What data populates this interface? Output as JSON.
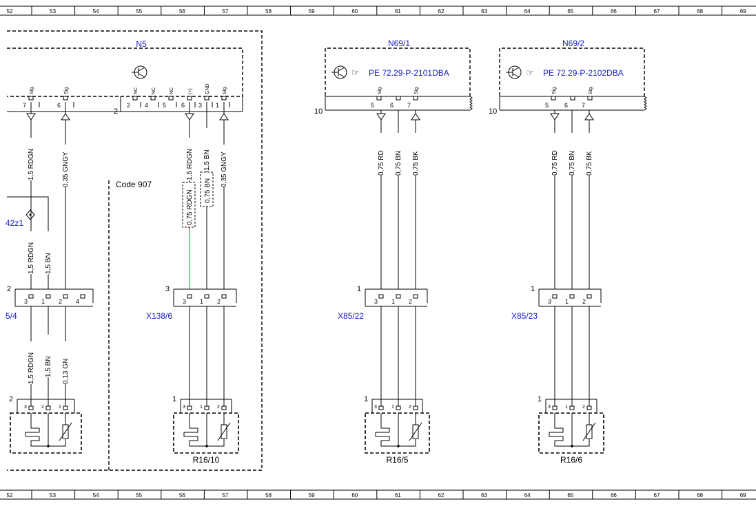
{
  "ruler": {
    "columns": [
      "52",
      "53",
      "54",
      "55",
      "56",
      "57",
      "58",
      "59",
      "60",
      "61",
      "62",
      "63",
      "64",
      "65",
      "66",
      "67",
      "68",
      "69"
    ]
  },
  "components": {
    "n5": {
      "name": "N5"
    },
    "n69_1": {
      "name": "N69/1",
      "ref": "PE 72.29-P-2101DBA",
      "conn": "10"
    },
    "n69_2": {
      "name": "N69/2",
      "ref": "PE 72.29-P-2102DBA",
      "conn": "10"
    }
  },
  "n5_pins": {
    "conn": "2",
    "left": [
      {
        "num": "7",
        "sig": "Sig."
      },
      {
        "num": "6",
        "sig": "Sig."
      }
    ],
    "right": [
      {
        "num": "2",
        "sig": "NC"
      },
      {
        "num": "4",
        "sig": "NC"
      },
      {
        "num": "5",
        "sig": "NC"
      },
      {
        "num": "6",
        "sig": "(+)"
      },
      {
        "num": "3",
        "sig": "GND"
      },
      {
        "num": "1",
        "sig": "Sig."
      }
    ]
  },
  "module_pins": {
    "n69_1": [
      {
        "num": "5",
        "sig": "Sig."
      },
      {
        "num": "6",
        "sig": ""
      },
      {
        "num": "7",
        "sig": "Sig."
      }
    ],
    "n69_2": [
      {
        "num": "5",
        "sig": "Sig."
      },
      {
        "num": "6",
        "sig": ""
      },
      {
        "num": "7",
        "sig": "Sig."
      }
    ]
  },
  "code_label": "Code 907",
  "splice_label": "42z1",
  "wires": {
    "c1_top": [
      "1,5 RDGN",
      "0,35 GNGY"
    ],
    "c1_mid": [
      "1,5 RDGN",
      "1,5 BN"
    ],
    "c1_bot": [
      "1,5 RDGN",
      "1,5 BN",
      "0,13 GN"
    ],
    "c2_top": [
      "1,5 RDGN",
      "1,5 BN",
      "0,35 GNGY"
    ],
    "c2_box": [
      "0,75 RDGN",
      "0,75 BN"
    ],
    "c3": [
      "0,75 RD",
      "0,75 BN",
      "0,75 BK"
    ],
    "c4": [
      "0,75 RD",
      "0,75 BN",
      "0,75 BK"
    ]
  },
  "connectors": {
    "c1": {
      "name": "5/4",
      "num": "2",
      "pins": [
        "3",
        "1",
        "2",
        "4"
      ]
    },
    "c2": {
      "name": "X138/6",
      "num": "3",
      "pins": [
        "3",
        "1",
        "2"
      ]
    },
    "c3": {
      "name": "X85/22",
      "num": "1",
      "pins": [
        "3",
        "1",
        "2"
      ]
    },
    "c4": {
      "name": "X85/23",
      "num": "1",
      "pins": [
        "3",
        "1",
        "2"
      ]
    }
  },
  "sensors": {
    "c1": {
      "name": "",
      "num": "2",
      "pins": [
        "3",
        "2",
        "1"
      ]
    },
    "c2": {
      "name": "R16/10",
      "num": "1",
      "pins": [
        "3",
        "1",
        "2"
      ]
    },
    "c3": {
      "name": "R16/5",
      "num": "1",
      "pins": [
        "3",
        "1",
        "2"
      ]
    },
    "c4": {
      "name": "R16/6",
      "num": "1",
      "pins": [
        "3",
        "1",
        "2"
      ]
    }
  },
  "colors": {
    "line": "#000000",
    "blue_text": "#1a1ad0",
    "highlight_wire": "#e02020"
  }
}
